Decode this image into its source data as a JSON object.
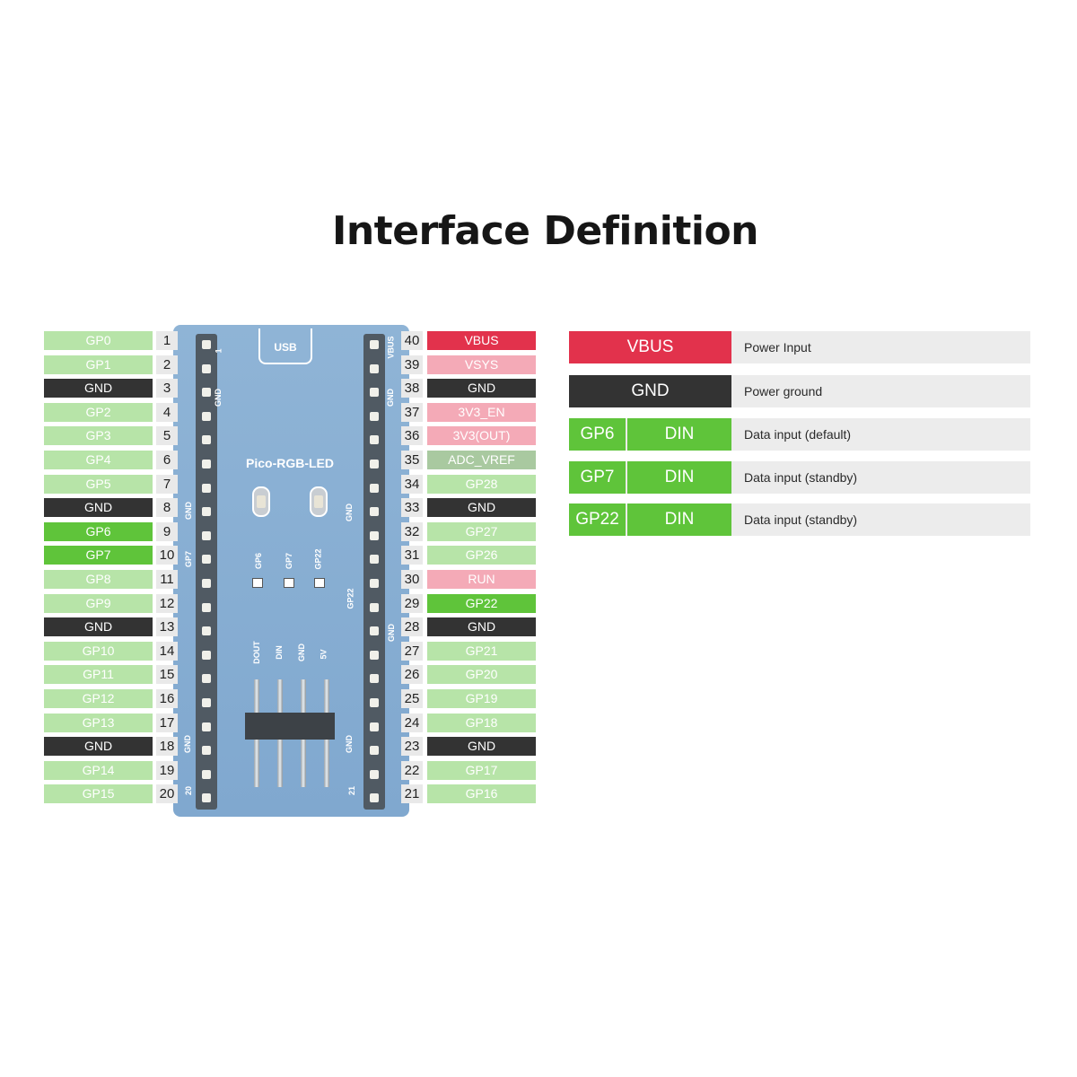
{
  "title": "Interface Definition",
  "colors": {
    "gpio_faded": "#b7e4a8",
    "gpio_active": "#5fc43a",
    "gnd": "#333333",
    "vbus": "#e2324c",
    "power_faded": "#f4aab7",
    "adc_faded": "#a9c9a0"
  },
  "board": {
    "name": "Pico-RGB-LED",
    "usb_label": "USB",
    "silkscreen": {
      "left_header_top": "1",
      "left_header_bottom": "20",
      "right_header_top": "VBUS",
      "right_header_bottom": "21",
      "gnd": "GND",
      "gp6": "GP6",
      "gp7": "GP7",
      "gp22": "GP22",
      "dout": "DOUT",
      "din": "DIN",
      "fivev": "5V"
    }
  },
  "left_pins": [
    {
      "num": "1",
      "label": "GP0",
      "type": "gpio_faded"
    },
    {
      "num": "2",
      "label": "GP1",
      "type": "gpio_faded"
    },
    {
      "num": "3",
      "label": "GND",
      "type": "gnd"
    },
    {
      "num": "4",
      "label": "GP2",
      "type": "gpio_faded"
    },
    {
      "num": "5",
      "label": "GP3",
      "type": "gpio_faded"
    },
    {
      "num": "6",
      "label": "GP4",
      "type": "gpio_faded"
    },
    {
      "num": "7",
      "label": "GP5",
      "type": "gpio_faded"
    },
    {
      "num": "8",
      "label": "GND",
      "type": "gnd"
    },
    {
      "num": "9",
      "label": "GP6",
      "type": "gpio_active"
    },
    {
      "num": "10",
      "label": "GP7",
      "type": "gpio_active"
    },
    {
      "num": "11",
      "label": "GP8",
      "type": "gpio_faded"
    },
    {
      "num": "12",
      "label": "GP9",
      "type": "gpio_faded"
    },
    {
      "num": "13",
      "label": "GND",
      "type": "gnd"
    },
    {
      "num": "14",
      "label": "GP10",
      "type": "gpio_faded"
    },
    {
      "num": "15",
      "label": "GP11",
      "type": "gpio_faded"
    },
    {
      "num": "16",
      "label": "GP12",
      "type": "gpio_faded"
    },
    {
      "num": "17",
      "label": "GP13",
      "type": "gpio_faded"
    },
    {
      "num": "18",
      "label": "GND",
      "type": "gnd"
    },
    {
      "num": "19",
      "label": "GP14",
      "type": "gpio_faded"
    },
    {
      "num": "20",
      "label": "GP15",
      "type": "gpio_faded"
    }
  ],
  "right_pins": [
    {
      "num": "40",
      "label": "VBUS",
      "type": "vbus"
    },
    {
      "num": "39",
      "label": "VSYS",
      "type": "power_faded"
    },
    {
      "num": "38",
      "label": "GND",
      "type": "gnd"
    },
    {
      "num": "37",
      "label": "3V3_EN",
      "type": "power_faded"
    },
    {
      "num": "36",
      "label": "3V3(OUT)",
      "type": "power_faded"
    },
    {
      "num": "35",
      "label": "ADC_VREF",
      "type": "adc_faded"
    },
    {
      "num": "34",
      "label": "GP28",
      "type": "gpio_faded"
    },
    {
      "num": "33",
      "label": "GND",
      "type": "gnd"
    },
    {
      "num": "32",
      "label": "GP27",
      "type": "gpio_faded"
    },
    {
      "num": "31",
      "label": "GP26",
      "type": "gpio_faded"
    },
    {
      "num": "30",
      "label": "RUN",
      "type": "power_faded"
    },
    {
      "num": "29",
      "label": "GP22",
      "type": "gpio_active"
    },
    {
      "num": "28",
      "label": "GND",
      "type": "gnd"
    },
    {
      "num": "27",
      "label": "GP21",
      "type": "gpio_faded"
    },
    {
      "num": "26",
      "label": "GP20",
      "type": "gpio_faded"
    },
    {
      "num": "25",
      "label": "GP19",
      "type": "gpio_faded"
    },
    {
      "num": "24",
      "label": "GP18",
      "type": "gpio_faded"
    },
    {
      "num": "23",
      "label": "GND",
      "type": "gnd"
    },
    {
      "num": "22",
      "label": "GP17",
      "type": "gpio_faded"
    },
    {
      "num": "21",
      "label": "GP16",
      "type": "gpio_faded"
    }
  ],
  "legend": [
    {
      "pin": "VBUS",
      "func": "",
      "desc": "Power Input",
      "type": "vbus"
    },
    {
      "pin": "GND",
      "func": "",
      "desc": "Power ground",
      "type": "gnd"
    },
    {
      "pin": "GP6",
      "func": "DIN",
      "desc": "Data input (default)",
      "type": "gpio_active"
    },
    {
      "pin": "GP7",
      "func": "DIN",
      "desc": "Data input (standby)",
      "type": "gpio_active"
    },
    {
      "pin": "GP22",
      "func": "DIN",
      "desc": "Data input (standby)",
      "type": "gpio_active"
    }
  ]
}
